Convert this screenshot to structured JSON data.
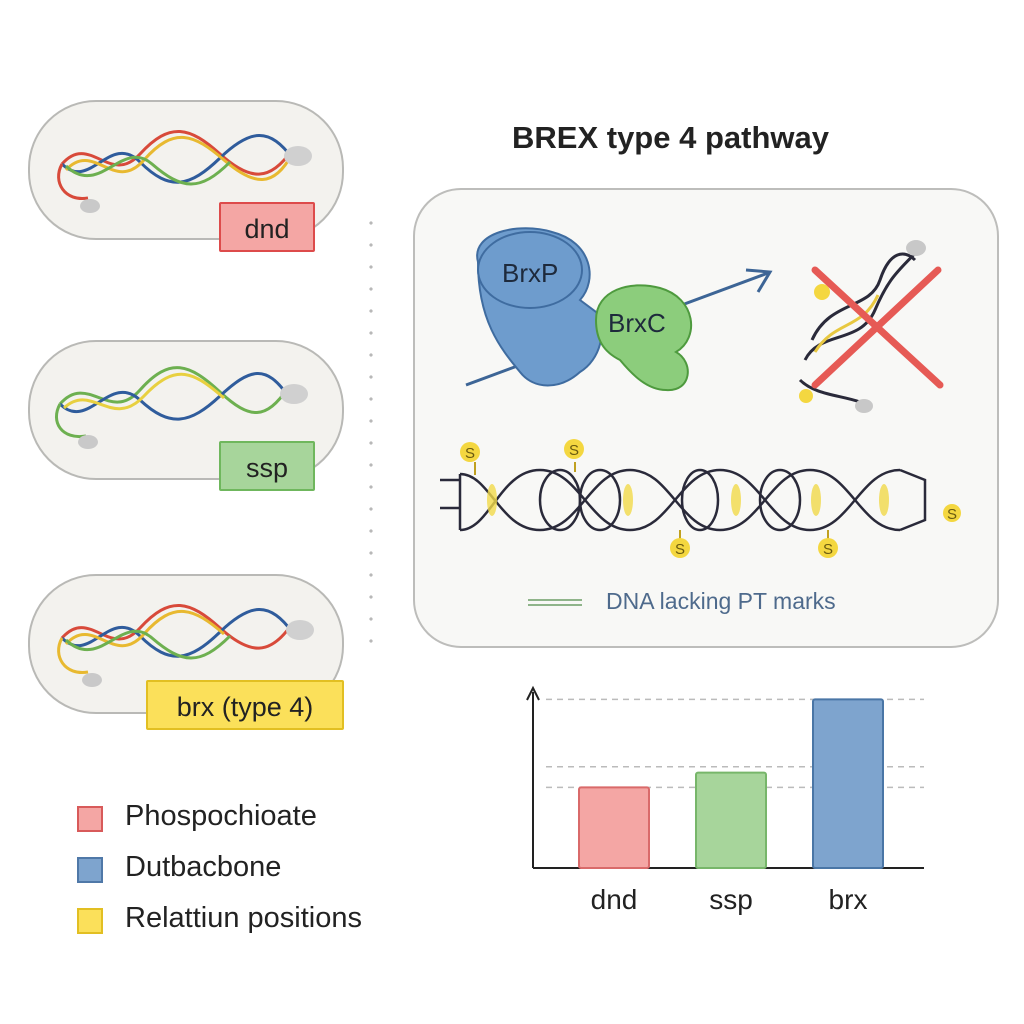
{
  "title": "BREX type 4 pathway",
  "cells": [
    {
      "label": "dnd",
      "fill": "#f4a6a4",
      "border": "#dd4b4b"
    },
    {
      "label": "ssp",
      "fill": "#a7d59b",
      "border": "#6fb75d"
    },
    {
      "label": "brx (type 4)",
      "fill": "#fbe05a",
      "border": "#e2bf22"
    }
  ],
  "panel": {
    "protein1": "BrxP",
    "protein2": "BrxC",
    "s_mark": "S",
    "caption": "DNA lacking PT marks"
  },
  "legend": [
    {
      "label": "Phospochioate",
      "fill": "#f4a6a4",
      "border": "#d85a5a"
    },
    {
      "label": "Dutbacbone",
      "fill": "#7ea4ce",
      "border": "#4f78a8"
    },
    {
      "label": "Relattiun positions",
      "fill": "#fbe05a",
      "border": "#e2bf22"
    }
  ],
  "colors": {
    "blue_protein": "#6e9ccd",
    "green_protein": "#8ccd7c",
    "cross": "#e65a55",
    "helix_ink": "#2a2a3a"
  },
  "chart_data": {
    "type": "bar",
    "categories": [
      "dnd",
      "ssp",
      "brx"
    ],
    "values": [
      1.1,
      1.3,
      2.3
    ],
    "colors": [
      "#f4a6a4",
      "#a7d59b",
      "#7ea4ce"
    ],
    "borders": [
      "#d96a6a",
      "#77b66a",
      "#4a76a6"
    ],
    "ylim": [
      0,
      2.4
    ],
    "gridlines": [
      1.1,
      1.38,
      2.3
    ],
    "grid": true,
    "title": "",
    "xlabel": "",
    "ylabel": ""
  }
}
